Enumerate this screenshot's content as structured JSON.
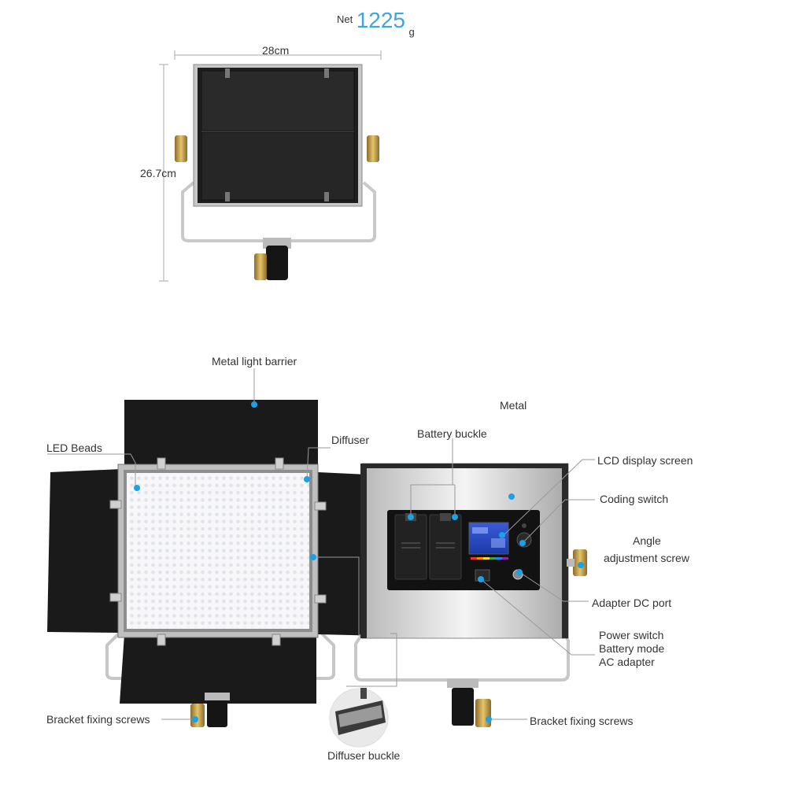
{
  "weight": {
    "prefix": "Net",
    "value": "1225",
    "unit": "g"
  },
  "dimensions": {
    "width": "28cm",
    "height": "26.7cm"
  },
  "front_labels": {
    "barrier": "Metal light barrier",
    "led_beads": "LED Beads",
    "diffuser": "Diffuser",
    "bracket_left": "Bracket fixing screws",
    "diffuser_buckle": "Diffuser buckle"
  },
  "back_labels": {
    "battery_buckle": "Battery buckle",
    "metal": "Metal",
    "lcd": "LCD display screen",
    "coding": "Coding switch",
    "angle_1": "Angle",
    "angle_2": "adjustment screw",
    "dc_port": "Adapter DC port",
    "power_1": "Power switch",
    "power_2": "Battery mode",
    "power_3": "AC adapter",
    "bracket_right": "Bracket fixing screws"
  },
  "colors": {
    "accent": "#1aa1e6",
    "weight": "#3aa8e0",
    "knob": "#c8a24a",
    "panel": "#1a1a1a"
  }
}
